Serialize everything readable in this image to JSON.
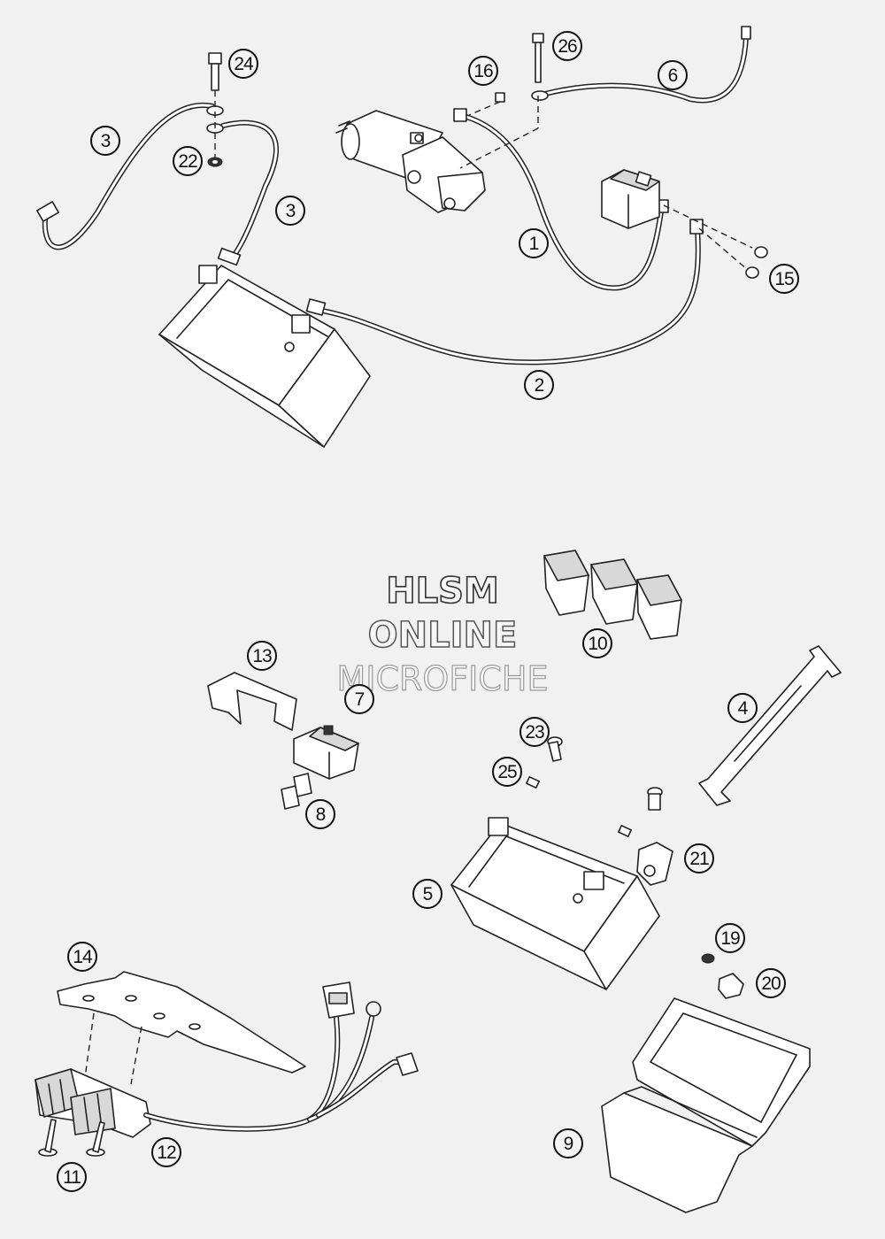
{
  "diagram": {
    "callouts": [
      "1",
      "2",
      "3",
      "3",
      "4",
      "5",
      "6",
      "7",
      "8",
      "9",
      "10",
      "11",
      "12",
      "13",
      "14",
      "15",
      "16",
      "19",
      "20",
      "21",
      "22",
      "23",
      "24",
      "25",
      "26"
    ]
  },
  "watermark": {
    "line1": "HLSM",
    "line2": "ONLINE",
    "line3": "MICROFICHE"
  }
}
